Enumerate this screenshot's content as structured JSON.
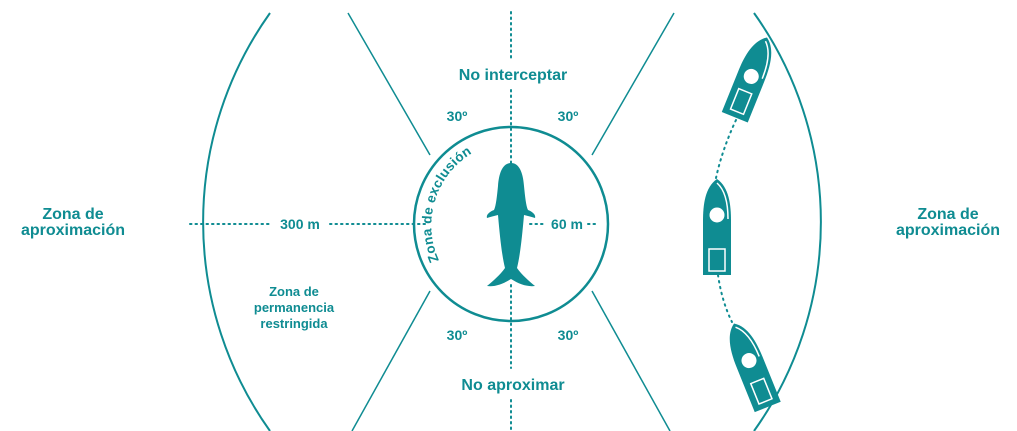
{
  "colors": {
    "accent": "#0f8c92",
    "background": "#ffffff"
  },
  "labels": {
    "zona_aproximacion_left_line1": "Zona de",
    "zona_aproximacion_left_line2": "aproximación",
    "zona_aproximacion_right_line1": "Zona de",
    "zona_aproximacion_right_line2": "aproximación",
    "no_interceptar": "No interceptar",
    "no_aproximar": "No aproximar",
    "angle_top_left": "30º",
    "angle_top_right": "30º",
    "angle_bottom_left": "30º",
    "angle_bottom_right": "30º",
    "distance_outer": "300 m",
    "distance_inner": "60 m",
    "zona_exclusion": "Zona de exclusión",
    "permanencia_line1": "Zona de",
    "permanencia_line2": "permanencia",
    "permanencia_line3": "restringida"
  },
  "icons": [
    "whale-icon",
    "boat-icon"
  ]
}
